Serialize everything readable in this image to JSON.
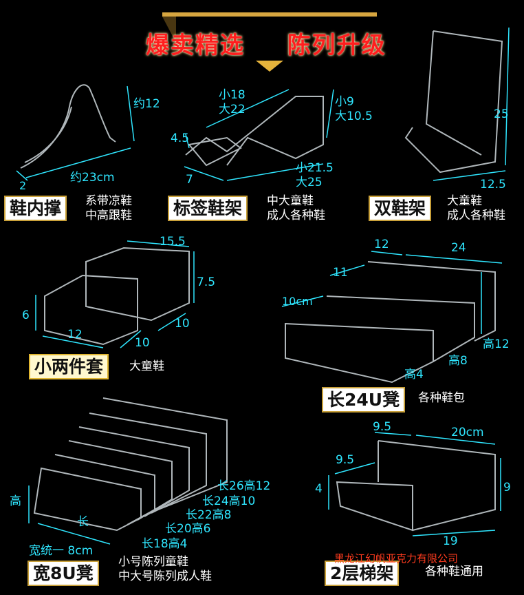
{
  "banner": {
    "left": "爆卖精选",
    "right": "陈列升级"
  },
  "products": {
    "shoe_insert": {
      "name": "鞋内撑",
      "desc1": "系带凉鞋",
      "desc2": "中高跟鞋",
      "dims": {
        "height": "约12",
        "length": "约23cm",
        "width": "2"
      }
    },
    "label_shoe_rack": {
      "name": "标签鞋架",
      "desc1": "中大童鞋",
      "desc2": "成人各种鞋",
      "dims": {
        "top_a": "小18",
        "top_b": "大22",
        "right_a": "小9",
        "right_b": "大10.5",
        "left": "4.5",
        "bottom_a": "小21.5",
        "bottom_b": "大25",
        "front": "7"
      }
    },
    "double_shoe_rack": {
      "name": "双鞋架",
      "desc1": "大童鞋",
      "desc2": "成人各种鞋",
      "dims": {
        "height": "25",
        "depth": "12.5"
      }
    },
    "small_two_set": {
      "name": "小两件套",
      "desc": "大童鞋",
      "dims": {
        "top": "15.5",
        "height_big": "7.5",
        "height_small": "6",
        "width_small": "12",
        "depth_a": "10",
        "depth_b": "10"
      }
    },
    "long_24u": {
      "name": "长24U凳",
      "desc": "各种鞋包",
      "dims": {
        "d1": "12",
        "w": "24",
        "d2": "11",
        "d3": "10cm",
        "h12": "高12",
        "h8": "高8",
        "h4": "高4"
      }
    },
    "wide_8u": {
      "name": "宽8U凳",
      "desc1": "小号陈列童鞋",
      "desc2": "中大号陈列成人鞋",
      "dims": {
        "height": "高",
        "length": "长",
        "width": "宽统一 8cm",
        "sizes": [
          "长26高12",
          "长24高10",
          "长22高8",
          "长20高6",
          "长18高4"
        ]
      }
    },
    "two_tier_stair": {
      "name": "2层梯架",
      "desc": "各种鞋通用",
      "dims": {
        "d1": "9.5",
        "w": "20cm",
        "d2": "9.5",
        "h_low": "4",
        "h_high": "9",
        "depth": "19"
      }
    }
  },
  "company": "黑龙江幻帆亚克力有限公司",
  "colors": {
    "dimension": "#2fe6ff",
    "banner": "#ff1e1e",
    "label_border": "#c9a13a",
    "company": "#ff3b1e"
  }
}
